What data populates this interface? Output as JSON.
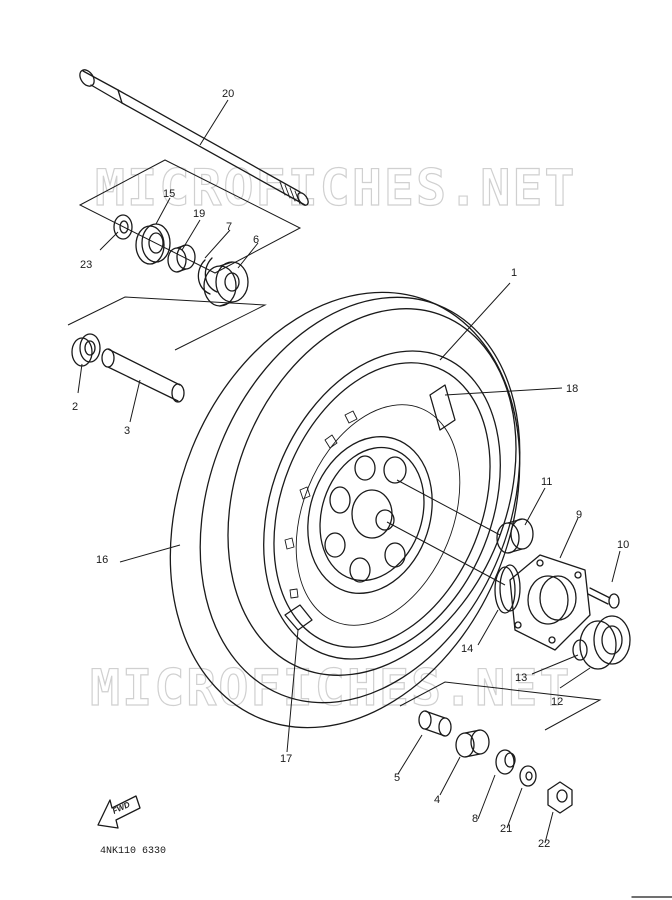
{
  "watermark": "MICROFICHES.NET",
  "diagram_code": "4NK110 6330",
  "fwd_label": "FWD",
  "callouts": [
    "1",
    "2",
    "3",
    "4",
    "5",
    "6",
    "7",
    "8",
    "9",
    "10",
    "11",
    "12",
    "13",
    "14",
    "15",
    "16",
    "17",
    "18",
    "19",
    "20",
    "21",
    "22",
    "23"
  ]
}
